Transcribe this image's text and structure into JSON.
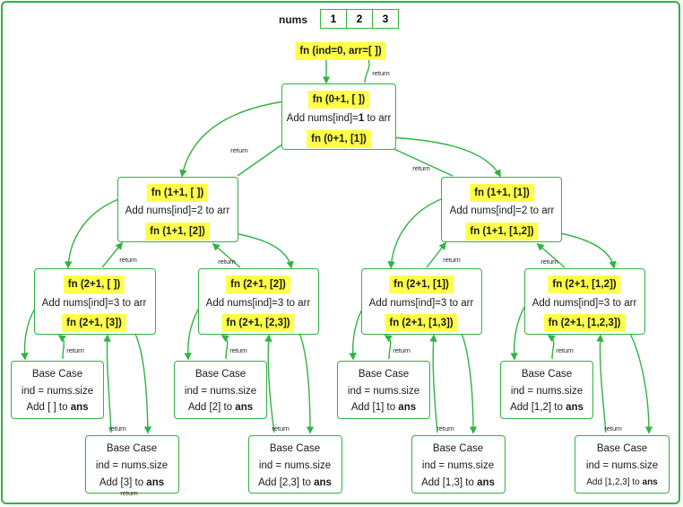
{
  "nums": {
    "label": "nums",
    "values": [
      "1",
      "2",
      "3"
    ]
  },
  "root_call": "fn (ind=0,  arr=[ ])",
  "level0": {
    "header": "fn (0+1, [ ])",
    "action_prefix": "Add nums[ind]=",
    "action_value": "1",
    "action_suffix": " to arr",
    "sub": "fn (0+1, [1])"
  },
  "level1": [
    {
      "header": "fn (1+1, [ ])",
      "action": "Add  nums[ind]=2 to arr",
      "sub": "fn (1+1, [2])"
    },
    {
      "header": "fn (1+1, [1])",
      "action": "Add  nums[ind]=2 to arr",
      "sub": "fn (1+1, [1,2])"
    }
  ],
  "level2": [
    {
      "header": "fn (2+1, [ ])",
      "action": "Add  nums[ind]=3 to arr",
      "sub": "fn (2+1, [3])"
    },
    {
      "header": "fn (2+1, [2])",
      "action": "Add  nums[ind]=3 to arr",
      "sub": "fn (2+1, [2,3])"
    },
    {
      "header": "fn (2+1, [1])",
      "action": "Add  nums[ind]=3 to arr",
      "sub": "fn (2+1, [1,3])"
    },
    {
      "header": "fn (2+1, [1,2])",
      "action": "Add  nums[ind]=3 to arr",
      "sub": "fn (2+1, [1,2,3])"
    }
  ],
  "base_cases": [
    {
      "title": "Base Case",
      "cond": "ind = nums.size",
      "add_prefix": "Add [ ] to ",
      "add_bold": "ans"
    },
    {
      "title": "Base Case",
      "cond": "ind = nums.size",
      "add_prefix": "Add [3] to ",
      "add_bold": "ans"
    },
    {
      "title": "Base Case",
      "cond": "ind = nums.size",
      "add_prefix": "Add [2] to ",
      "add_bold": "ans"
    },
    {
      "title": "Base Case",
      "cond": "ind = nums.size",
      "add_prefix": "Add [2,3] to ",
      "add_bold": "ans"
    },
    {
      "title": "Base Case",
      "cond": "ind = nums.size",
      "add_prefix": "Add [1] to ",
      "add_bold": "ans"
    },
    {
      "title": "Base Case",
      "cond": "ind = nums.size",
      "add_prefix": "Add [1,3] to ",
      "add_bold": "ans"
    },
    {
      "title": "Base Case",
      "cond": "ind = nums.size",
      "add_prefix": "Add [1,2] to ",
      "add_bold": "ans"
    },
    {
      "title": "Base Case",
      "cond": "ind = nums.size",
      "add_prefix": "Add [1,2,3] to ",
      "add_bold": "ans"
    }
  ],
  "return_label": "return",
  "colors": {
    "line": "#2fb344",
    "highlight": "#ffff4a",
    "text": "#1a1a1a"
  }
}
